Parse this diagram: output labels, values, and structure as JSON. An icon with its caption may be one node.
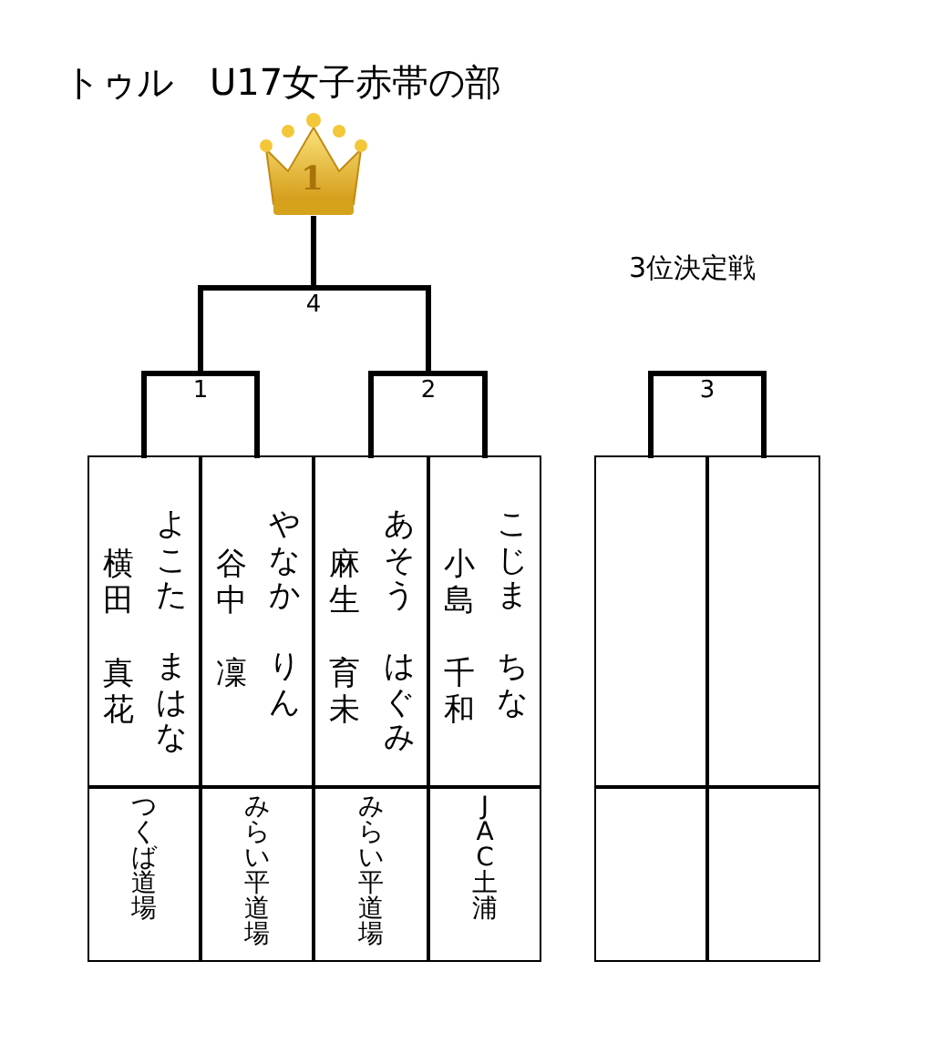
{
  "diagram": {
    "title": "トゥル　U17女子赤帯の部",
    "nodes": [
      {
        "text": [
          "1"
        ]
      },
      {
        "text": [
          "4"
        ]
      },
      {
        "text": [
          "1"
        ]
      },
      {
        "text": [
          "2"
        ]
      },
      {
        "text": [
          "3"
        ]
      },
      {
        "text": [
          "横田",
          "真花",
          "よこた",
          "まはな"
        ]
      },
      {
        "text": [
          "谷中",
          "凜",
          "やなか",
          "りん"
        ]
      },
      {
        "text": [
          "麻生",
          "育未",
          "あそう",
          "はぐみ"
        ]
      },
      {
        "text": [
          "小島",
          "千和",
          "こじま",
          "ちな"
        ]
      },
      {
        "text": [],
        "shape": "box"
      },
      {
        "text": [],
        "shape": "box"
      },
      {
        "text": [
          "つくば道場"
        ]
      },
      {
        "text": [
          "みらい平道場"
        ]
      },
      {
        "text": [
          "みらい平道場"
        ]
      },
      {
        "text": [
          "JAC土浦"
        ]
      },
      {
        "text": [],
        "shape": "box"
      },
      {
        "text": [],
        "shape": "box"
      }
    ],
    "edges": [
      {
        "from": 5,
        "to": 2,
        "arrow": "none"
      },
      {
        "from": 6,
        "to": 2,
        "arrow": "none"
      },
      {
        "from": 7,
        "to": 3,
        "arrow": "none"
      },
      {
        "from": 8,
        "to": 3,
        "arrow": "none"
      },
      {
        "from": 2,
        "to": 1,
        "arrow": "none"
      },
      {
        "from": 3,
        "to": 1,
        "arrow": "none"
      },
      {
        "from": 1,
        "to": 0,
        "arrow": "none"
      },
      {
        "from": 9,
        "to": 4,
        "arrow": "none"
      },
      {
        "from": 10,
        "to": 4,
        "arrow": "none"
      }
    ],
    "labels": [
      "3位決定戦"
    ]
  }
}
